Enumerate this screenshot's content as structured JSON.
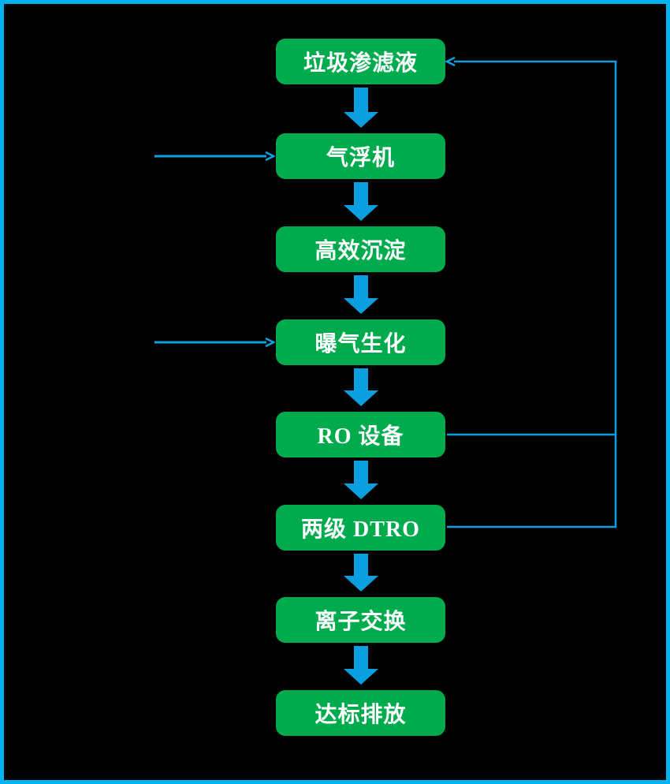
{
  "diagram": {
    "type": "flowchart",
    "nodes": [
      {
        "label": "垃圾渗滤液"
      },
      {
        "label": "气浮机"
      },
      {
        "label": "高效沉淀"
      },
      {
        "label": "曝气生化"
      },
      {
        "label": "RO 设备"
      },
      {
        "label": "两级 DTRO"
      },
      {
        "label": "离子交换"
      },
      {
        "label": "达标排放"
      }
    ],
    "edges": {
      "main_flow": "垃圾渗滤液 → 气浮机 → 高效沉淀 → 曝气生化 → RO 设备 → 两级 DTRO → 离子交换 → 达标排放",
      "inflows": [
        "→ 气浮机 (from left)",
        "→ 曝气生化 (from left)"
      ],
      "recycle": "RO 设备 / 两级 DTRO → (right side loop) → 垃圾渗滤液"
    },
    "colors": {
      "background": "#000000",
      "frame": "#00b3f0",
      "node_fill": "#00ab4e",
      "node_text": "#ffffff",
      "arrow": "#0b9fdf"
    }
  }
}
